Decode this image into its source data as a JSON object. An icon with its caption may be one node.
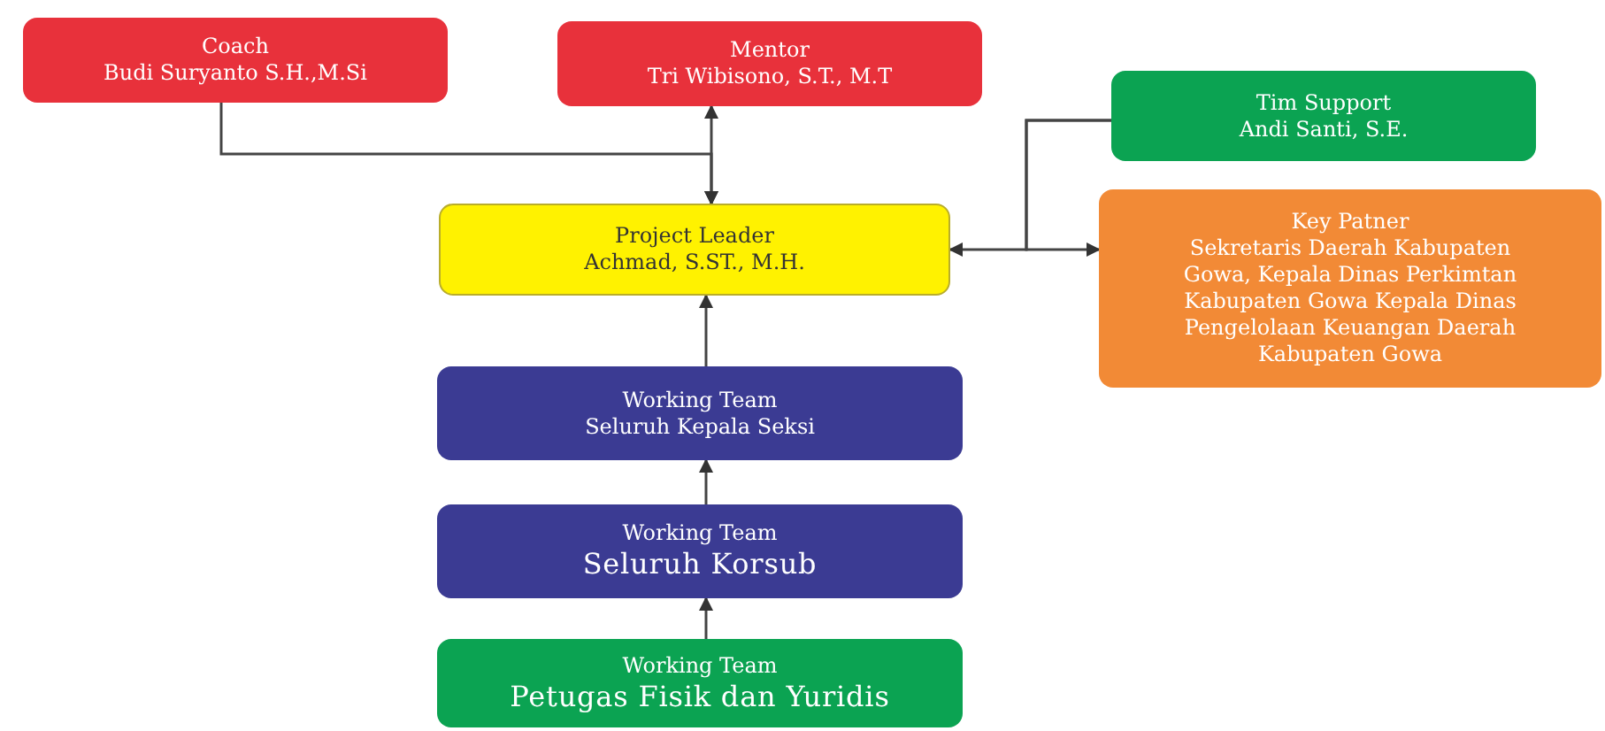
{
  "diagram": {
    "nodes": [
      {
        "text": [
          "Coach",
          "Budi Suryanto S.H.,M.Si"
        ]
      },
      {
        "text": [
          "Mentor",
          "Tri Wibisono, S.T., M.T"
        ]
      },
      {
        "text": [
          "Tim Support",
          "Andi Santi, S.E."
        ]
      },
      {
        "text": [
          "Project Leader",
          "Achmad, S.ST., M.H."
        ]
      },
      {
        "text": [
          "Key Patner",
          "Sekretaris Daerah Kabupaten Gowa, Kepala Dinas Perkimtan Kabupaten Gowa Kepala Dinas Pengelolaan Keuangan Daerah Kabupaten Gowa"
        ]
      },
      {
        "text": [
          "Working Team",
          "Seluruh Kepala Seksi"
        ]
      },
      {
        "text": [
          "Working Team",
          "Seluruh Korsub"
        ]
      },
      {
        "text": [
          "Working Team",
          "Petugas Fisik dan Yuridis"
        ]
      }
    ],
    "edges": [
      {
        "from": 0,
        "to": 3,
        "arrow": "to"
      },
      {
        "from": 1,
        "to": 3,
        "arrow": "both"
      },
      {
        "from": 2,
        "to": 3,
        "arrow": "to"
      },
      {
        "from": 2,
        "to": 4,
        "arrow": "to"
      },
      {
        "from": 5,
        "to": 3,
        "arrow": "to"
      },
      {
        "from": 6,
        "to": 5,
        "arrow": "to"
      },
      {
        "from": 7,
        "to": 6,
        "arrow": "to"
      }
    ]
  }
}
